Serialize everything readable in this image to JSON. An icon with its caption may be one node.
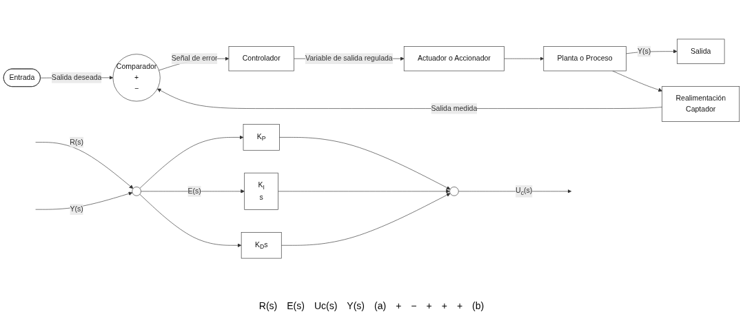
{
  "diagram": {
    "nodes": [
      {
        "text": [
          "Entrada"
        ]
      },
      {
        "text": [
          "Comparador",
          "+",
          "−"
        ]
      },
      {
        "text": [
          "Controlador"
        ]
      },
      {
        "text": [
          "Actuador o Accionador"
        ]
      },
      {
        "text": [
          "Planta o Proceso"
        ]
      },
      {
        "text": [
          "Realimentación",
          "Captador"
        ]
      },
      {
        "text": [
          "Salida"
        ]
      },
      {
        "text": [],
        "shape": "circle"
      },
      {
        "text": [
          "K$_{P}$"
        ]
      },
      {
        "text": [
          "K$_{I}$",
          "s"
        ]
      },
      {
        "text": [
          "K$_{D}$s"
        ]
      },
      {
        "text": [],
        "shape": "circle"
      }
    ],
    "edges": [
      {
        "from": 0,
        "to": 1,
        "arrow": "to",
        "label": "Salida deseada"
      },
      {
        "from": 1,
        "to": 2,
        "arrow": "to",
        "label": "Señal de error"
      },
      {
        "from": 2,
        "to": 3,
        "arrow": "to",
        "label": "Variable de salida regulada"
      },
      {
        "from": 3,
        "to": 4,
        "arrow": "to"
      },
      {
        "from": 4,
        "to": 6,
        "arrow": "to",
        "label": "Y(s)"
      },
      {
        "from": 4,
        "to": 5,
        "arrow": "to"
      },
      {
        "from": 5,
        "to": 1,
        "arrow": "to",
        "label": "Salida medida"
      },
      {
        "from": null,
        "to": 7,
        "arrow": "to",
        "label": "R(s)"
      },
      {
        "from": null,
        "to": 7,
        "arrow": "to",
        "label": "Y(s)"
      },
      {
        "from": 7,
        "to": 8,
        "arrow": "to"
      },
      {
        "from": 7,
        "to": 9,
        "arrow": "to",
        "label": "E(s)"
      },
      {
        "from": 7,
        "to": 10,
        "arrow": "to"
      },
      {
        "from": 8,
        "to": 11,
        "arrow": "to"
      },
      {
        "from": 9,
        "to": 11,
        "arrow": "to"
      },
      {
        "from": 10,
        "to": 11,
        "arrow": "to"
      },
      {
        "from": 11,
        "to": null,
        "arrow": "to",
        "label": "U$_{c}$(s)"
      }
    ],
    "labels": [
      "R(s)",
      "E(s)",
      "Uc(s)",
      "Y(s)",
      "(a)",
      "+",
      "−",
      "+",
      "+",
      "+",
      "(b)"
    ]
  }
}
